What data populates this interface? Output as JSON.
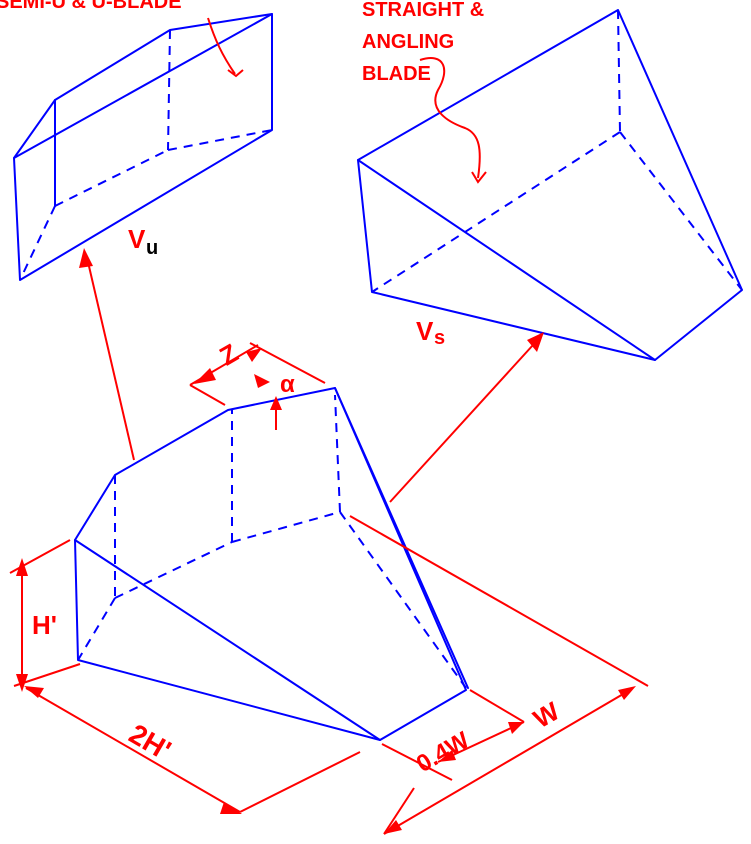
{
  "labels": {
    "semi_u_blade": "SEMI-U & U-BLADE",
    "straight_line1": "STRAIGHT &",
    "straight_line2": "ANGLING",
    "straight_line3": "BLADE",
    "v_u_main": "V",
    "v_u_sub": "u",
    "v_s_main": "V",
    "v_s_sub": "s",
    "dim_z": "Z",
    "dim_alpha": "α",
    "dim_h": "H'",
    "dim_2h": "2H'",
    "dim_04w": "0.4W",
    "dim_w": "W"
  },
  "colors": {
    "lines": "#0000ff",
    "dimensions": "#ff0000",
    "subscripts": "#000000"
  }
}
